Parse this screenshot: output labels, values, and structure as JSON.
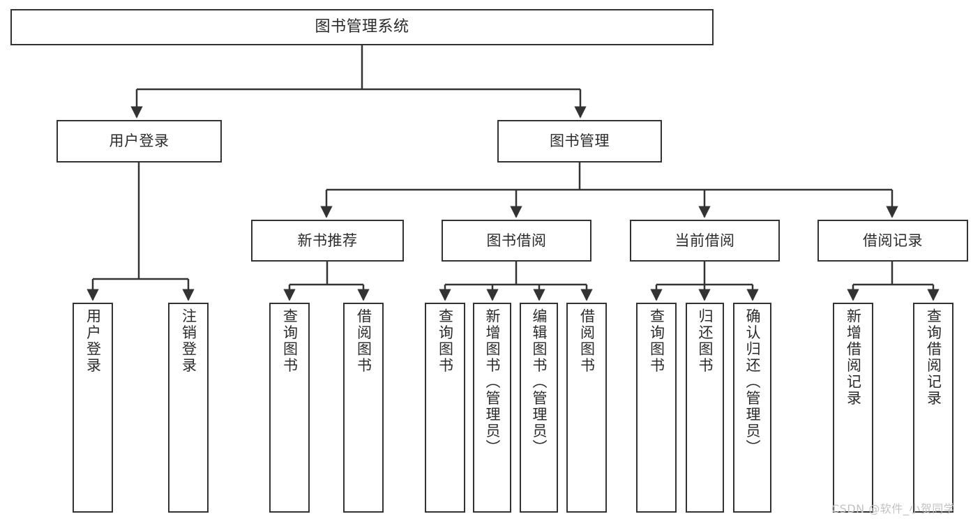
{
  "diagram": {
    "title": "图书管理系统",
    "stroke_color": "#333333",
    "text_color": "#2b2b2b",
    "background_color": "#ffffff"
  },
  "nodes": {
    "root": {
      "label": "图书管理系统"
    },
    "level1": [
      {
        "label": "用户登录"
      },
      {
        "label": "图书管理"
      }
    ],
    "level2": [
      {
        "label": "新书推荐"
      },
      {
        "label": "图书借阅"
      },
      {
        "label": "当前借阅"
      },
      {
        "label": "借阅记录"
      }
    ],
    "leaves_user_login": [
      {
        "label": "用户登录"
      },
      {
        "label": "注销登录"
      }
    ],
    "leaves_new_book": [
      {
        "label": "查询图书"
      },
      {
        "label": "借阅图书"
      }
    ],
    "leaves_borrow": [
      {
        "label": "查询图书"
      },
      {
        "label": "新增图书（管理员）"
      },
      {
        "label": "编辑图书（管理员）"
      },
      {
        "label": "借阅图书"
      }
    ],
    "leaves_current": [
      {
        "label": "查询图书"
      },
      {
        "label": "归还图书"
      },
      {
        "label": "确认归还（管理员）"
      }
    ],
    "leaves_records": [
      {
        "label": "新增借阅记录"
      },
      {
        "label": "查询借阅记录"
      }
    ]
  },
  "watermark": {
    "text": "CSDN @软件_小贺同学"
  }
}
